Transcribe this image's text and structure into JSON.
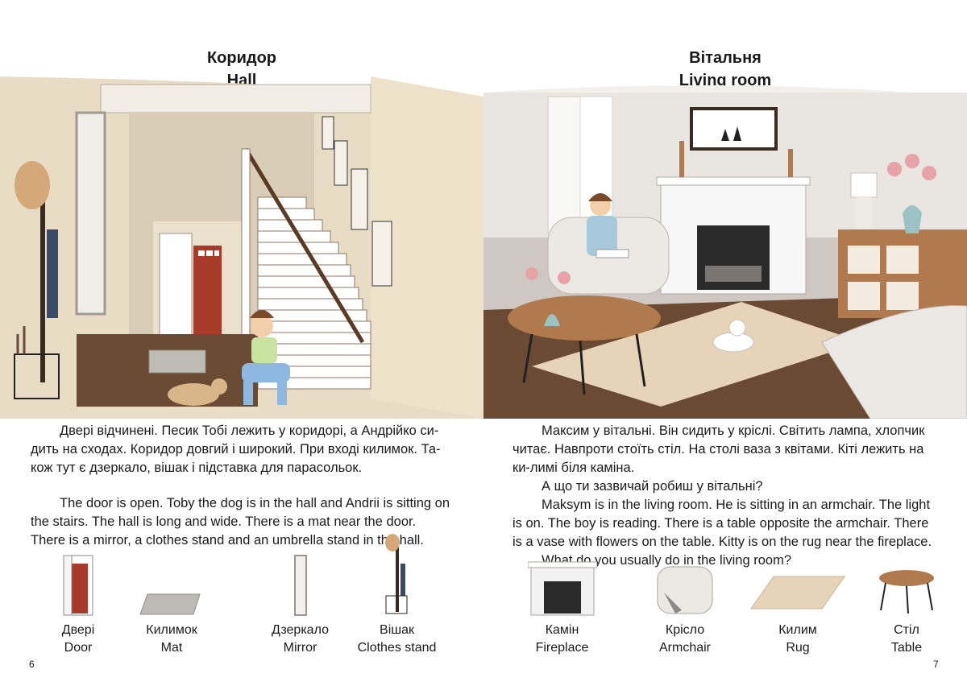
{
  "left_page": {
    "title_uk": "Коридор",
    "title_en": "Hall",
    "paragraph_uk": "Двері відчинені. Песик Тобі лежить у коридорі, а Андрійко си-дить на сходах. Коридор довгий і широкий. При вході килимок. Та-кож тут є дзеркало, вішак і підставка для парасольок.",
    "paragraph_en": "The door is open. Toby the dog is in the hall and Andrii is sitting on the stairs. The hall is long and wide. There is a mat near the door. There is a mirror, a clothes stand and an umbrella stand in the hall.",
    "vocab": [
      {
        "uk": "Двері",
        "en": "Door"
      },
      {
        "uk": "Килимок",
        "en": "Mat"
      },
      {
        "uk": "Дзеркало",
        "en": "Mirror"
      },
      {
        "uk": "Вішак",
        "en": "Clothes stand"
      }
    ],
    "page_number": "6"
  },
  "right_page": {
    "title_uk": "Вітальня",
    "title_en": "Living room",
    "paragraph_uk": "Максим у вітальні. Він сидить у кріслі. Світить лампа, хлопчик читає. Навпроти стоїть стіл. На столі ваза з квітами. Кіті лежить на ки-лимі біля каміна.",
    "question_uk": "А що ти зазвичай робиш у вітальні?",
    "paragraph_en": "Maksym is in the living room. He is sitting in an armchair. The light is on. The boy is reading. There is a table opposite the armchair. There is a vase with flowers on the table. Kitty is on the rug near the fireplace.",
    "question_en": "What do you usually do in the living room?",
    "vocab": [
      {
        "uk": "Камін",
        "en": "Fireplace"
      },
      {
        "uk": "Крісло",
        "en": "Armchair"
      },
      {
        "uk": "Килим",
        "en": "Rug"
      },
      {
        "uk": "Стіл",
        "en": "Table"
      }
    ],
    "page_number": "7"
  },
  "colors": {
    "wall_beige": "#e8dcc5",
    "floor_brown": "#6a4a32",
    "door_red": "#a83a2a",
    "wall_grey": "#cfc7c2",
    "rug_tan": "#e6d3b8",
    "wood": "#b07a4e"
  }
}
